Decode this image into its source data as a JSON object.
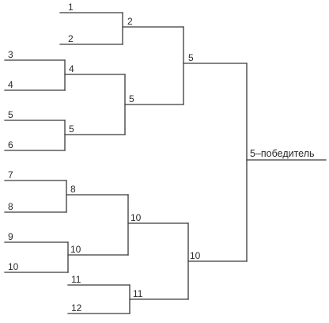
{
  "bracket": {
    "round1": [
      "1",
      "2",
      "3",
      "4",
      "5",
      "6",
      "7",
      "8",
      "9",
      "10",
      "11",
      "12"
    ],
    "round2": [
      "2",
      "4",
      "5",
      "8",
      "10",
      "11"
    ],
    "round3": [
      "5",
      "10"
    ],
    "round4": [
      "5",
      "10"
    ],
    "winner": "5–победитель"
  }
}
